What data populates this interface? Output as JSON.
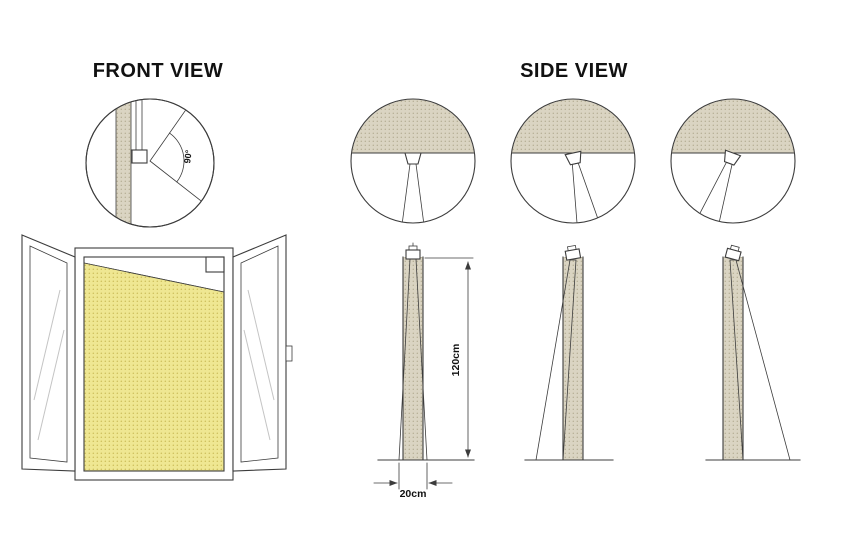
{
  "titles": {
    "front": "FRONT VIEW",
    "side": "SIDE VIEW"
  },
  "annotations": {
    "beam_angle": "90°",
    "mount_height": "120cm",
    "beam_width_at_floor": "20cm"
  },
  "colors": {
    "beam": "#efe792",
    "beam_dot": "#cdbf5c",
    "wall": "#dad4c2",
    "wall_dot": "#b2aa90",
    "glass_blue": "#7dcae6",
    "line": "#3c3c3c",
    "text": "#111111",
    "background": "#ffffff"
  }
}
